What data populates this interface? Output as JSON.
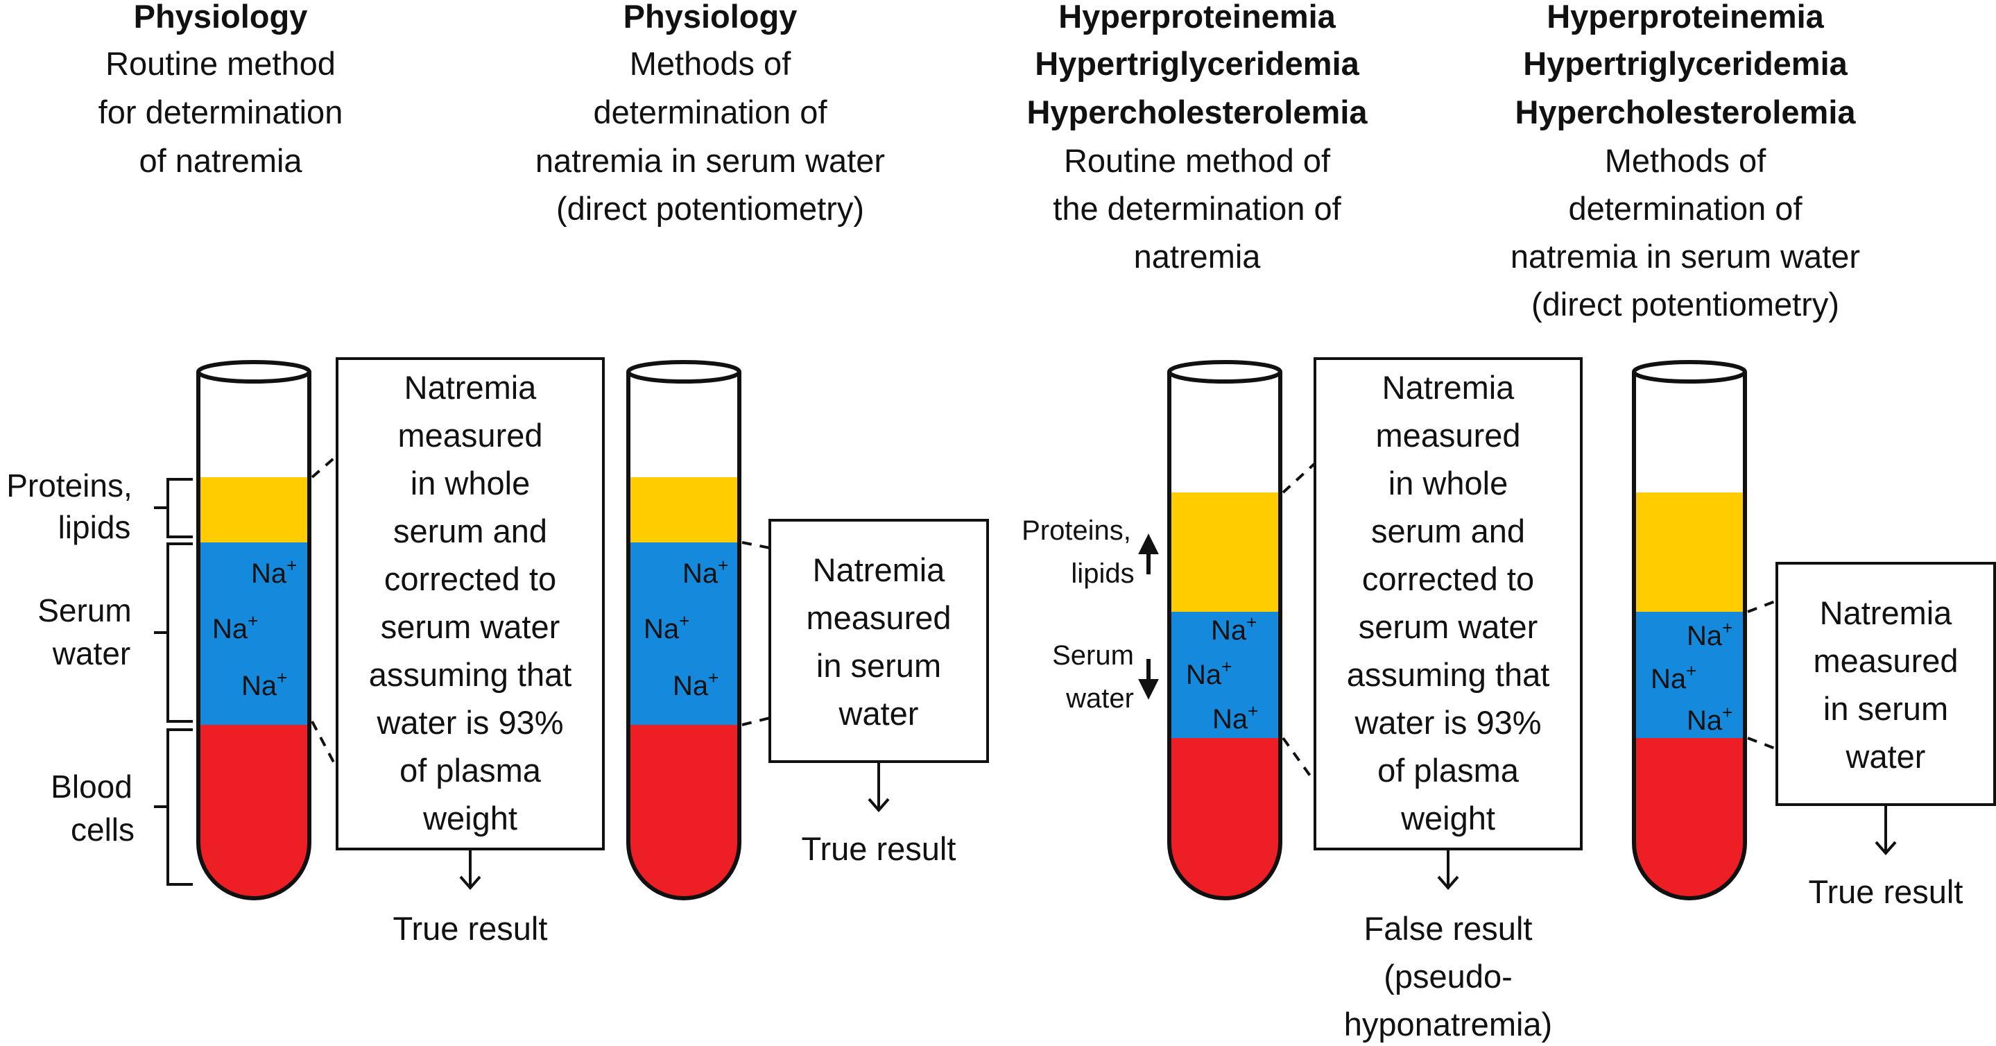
{
  "colors": {
    "lipid_layer": "#FFCC00",
    "serum_water_layer": "#1589DC",
    "blood_cells_layer": "#EE1F24",
    "outline": "#111111"
  },
  "panels": [
    {
      "bold_title": [
        "Physiology"
      ],
      "subtitle": [
        "Routine method",
        "for determination",
        "of natremia"
      ]
    },
    {
      "bold_title": [
        "Physiology"
      ],
      "subtitle": [
        "Methods of",
        "determination of",
        "natremia in serum water",
        "(direct potentiometry)"
      ]
    },
    {
      "bold_title": [
        "Hyperproteinemia",
        "Hypertriglyceridemia",
        "Hypercholesterolemia"
      ],
      "subtitle": [
        "Routine method of",
        "the determination of",
        "natremia"
      ]
    },
    {
      "bold_title": [
        "Hyperproteinemia",
        "Hypertriglyceridemia",
        "Hypercholesterolemia"
      ],
      "subtitle": [
        "Methods of",
        "determination of",
        "natremia in serum water",
        "(direct potentiometry)"
      ]
    }
  ],
  "boxes": {
    "routine": [
      "Natremia",
      "measured",
      "in whole",
      "serum and",
      "corrected to",
      "serum water",
      "assuming that",
      "water is 93%",
      "of plasma",
      "weight"
    ],
    "direct": [
      "Natremia",
      "measured",
      "in serum",
      "water"
    ]
  },
  "results": {
    "true_result": "True result",
    "false_result": [
      "False result",
      "(pseudo-",
      "hyponatremia)"
    ]
  },
  "side_labels": {
    "physiology": {
      "proteins_lipids": [
        "Proteins,",
        "lipids"
      ],
      "serum_water": [
        "Serum",
        "water"
      ],
      "blood_cells": [
        "Blood",
        "cells"
      ]
    },
    "pathology": {
      "proteins_lipids": [
        "Proteins,",
        "lipids"
      ],
      "serum_water": [
        "Serum",
        "water"
      ],
      "proteins_trend": "increased",
      "water_trend": "decreased"
    }
  },
  "ion": {
    "symbol": "Na",
    "charge": "+"
  }
}
